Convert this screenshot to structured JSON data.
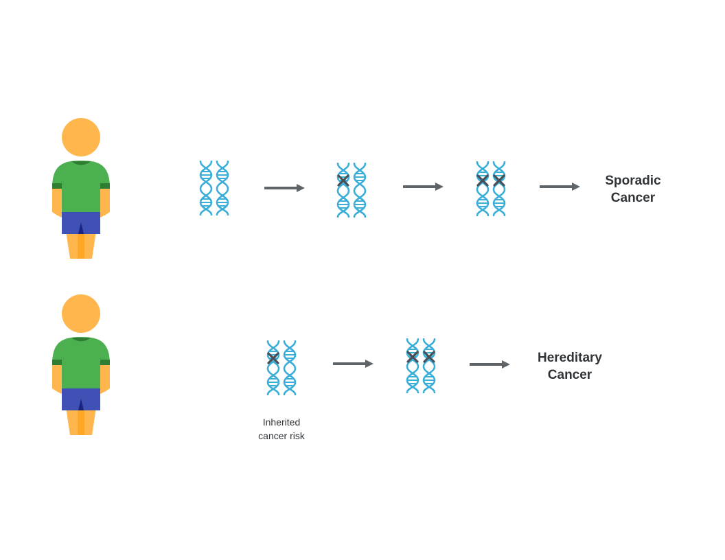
{
  "rows": [
    {
      "outcome_label": "Sporadic\nCancer",
      "outcome_line1": "Sporadic",
      "outcome_line2": "Cancer"
    },
    {
      "outcome_label": "Hereditary\nCancer",
      "outcome_line1": "Hereditary",
      "outcome_line2": "Cancer",
      "caption_line1": "Inherited",
      "caption_line2": "cancer risk"
    }
  ],
  "colors": {
    "dna": "#3aaed8",
    "mutation": "#4a4f55",
    "arrow": "#5f6468",
    "skin": "#ffb74d",
    "shirt": "#4caf50",
    "shirt_dark": "#2e7d32",
    "shorts": "#3f51b5",
    "shorts_dark": "#1a237e",
    "legs_dark": "#ffa726"
  },
  "icons": [
    "person-icon",
    "dna-icon",
    "mutation-x-icon",
    "arrow-right-icon"
  ]
}
